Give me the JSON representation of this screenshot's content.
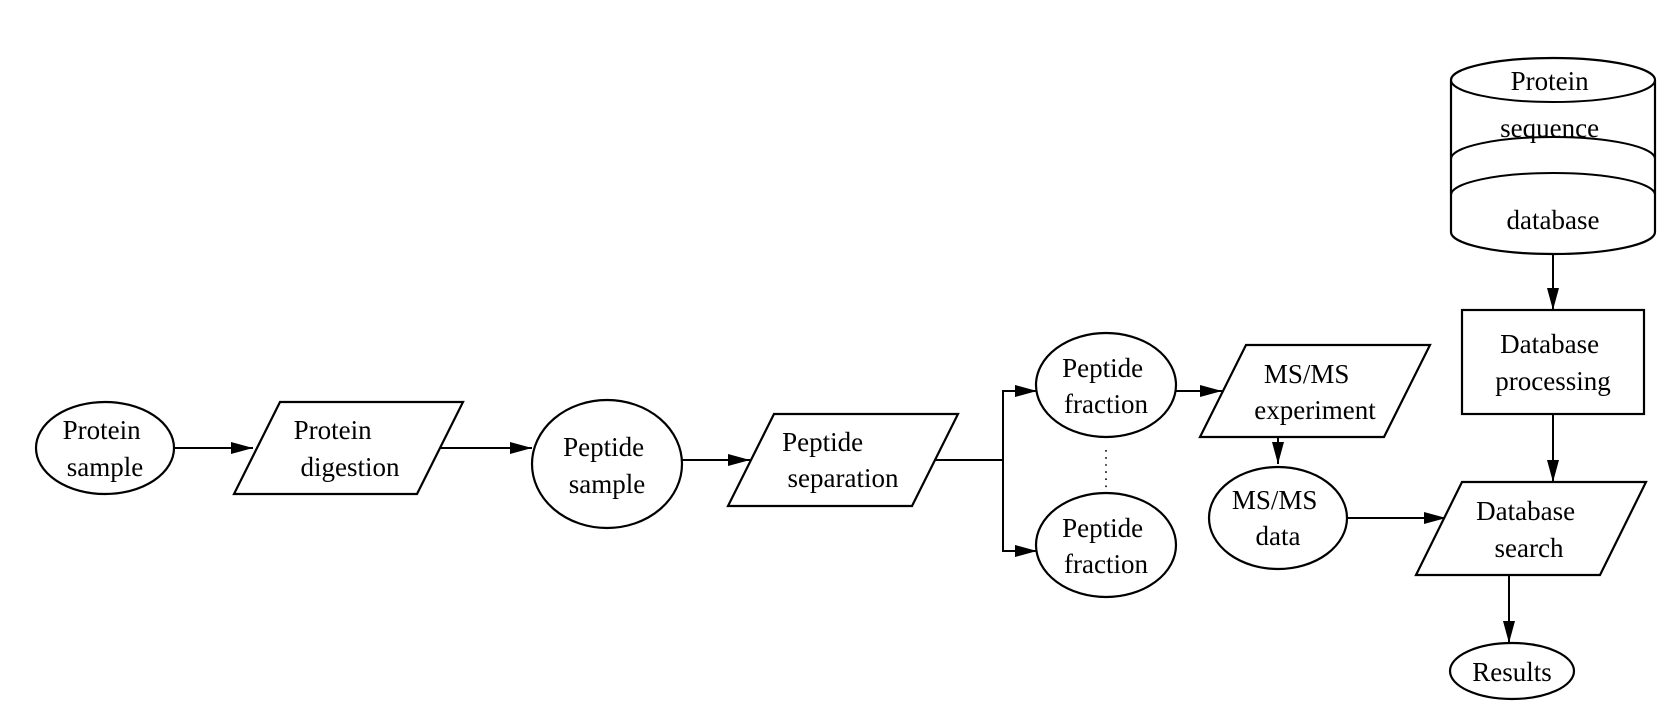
{
  "nodes": {
    "protein_sample": {
      "lines": [
        "Protein",
        "sample"
      ]
    },
    "protein_digestion": {
      "lines": [
        "Protein",
        "digestion"
      ]
    },
    "peptide_sample": {
      "lines": [
        "Peptide",
        "sample"
      ]
    },
    "peptide_separation": {
      "lines": [
        "Peptide",
        "separation"
      ]
    },
    "peptide_fraction_top": {
      "lines": [
        "Peptide",
        "fraction"
      ]
    },
    "peptide_fraction_bottom": {
      "lines": [
        "Peptide",
        "fraction"
      ]
    },
    "msms_experiment": {
      "lines": [
        "MS/MS",
        "experiment"
      ]
    },
    "msms_data": {
      "lines": [
        "MS/MS",
        "data"
      ]
    },
    "protein_db": {
      "lines": [
        "Protein",
        "sequence",
        "database"
      ]
    },
    "database_processing": {
      "lines": [
        "Database",
        "processing"
      ]
    },
    "database_search": {
      "lines": [
        "Database",
        "search"
      ]
    },
    "results": {
      "lines": [
        "Results"
      ]
    }
  },
  "edges": [
    {
      "from": "protein_sample",
      "to": "protein_digestion"
    },
    {
      "from": "protein_digestion",
      "to": "peptide_sample"
    },
    {
      "from": "peptide_sample",
      "to": "peptide_separation"
    },
    {
      "from": "peptide_separation",
      "to": "peptide_fraction_top"
    },
    {
      "from": "peptide_separation",
      "to": "peptide_fraction_bottom"
    },
    {
      "from": "peptide_fraction_top",
      "to": "msms_experiment"
    },
    {
      "from": "msms_experiment",
      "to": "msms_data"
    },
    {
      "from": "msms_data",
      "to": "database_search"
    },
    {
      "from": "protein_db",
      "to": "database_processing"
    },
    {
      "from": "database_processing",
      "to": "database_search"
    },
    {
      "from": "database_search",
      "to": "results"
    }
  ]
}
